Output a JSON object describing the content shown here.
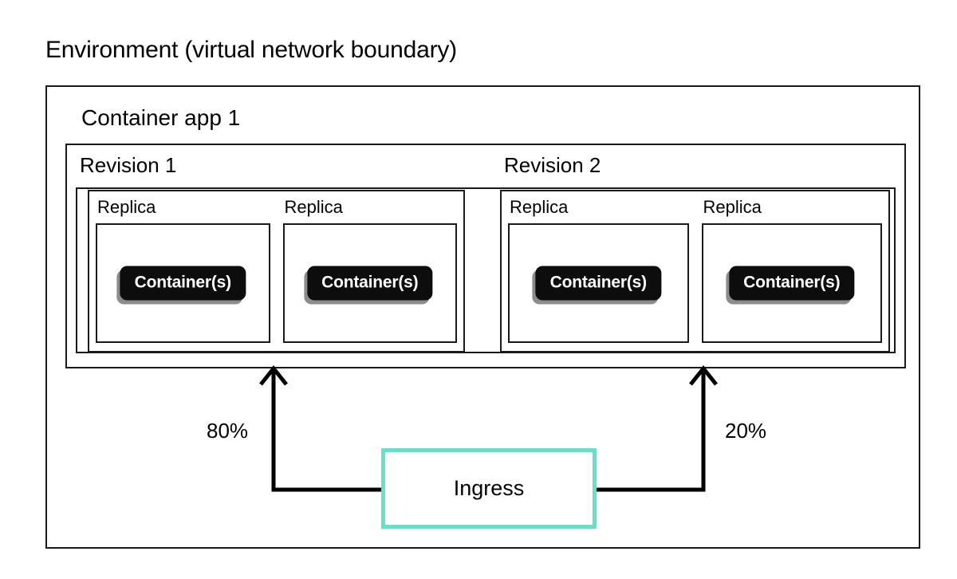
{
  "diagram": {
    "title_main": "Environment",
    "title_sub": " (virtual network boundary)",
    "app_label": "Container app 1",
    "ingress_label": "Ingress",
    "accent_color": "#6fdcc8",
    "line_color": "#1a1a1a",
    "container_pill_bg": "#0d0d0d",
    "container_pill_shadow": "#8c8c8c"
  },
  "revisions": [
    {
      "label": "Revision 1",
      "traffic": "80%",
      "replicas": [
        {
          "label": "Replica",
          "container": "Container(s)"
        },
        {
          "label": "Replica",
          "container": "Container(s)"
        }
      ]
    },
    {
      "label": "Revision 2",
      "traffic": "20%",
      "replicas": [
        {
          "label": "Replica",
          "container": "Container(s)"
        },
        {
          "label": "Replica",
          "container": "Container(s)"
        }
      ]
    }
  ]
}
